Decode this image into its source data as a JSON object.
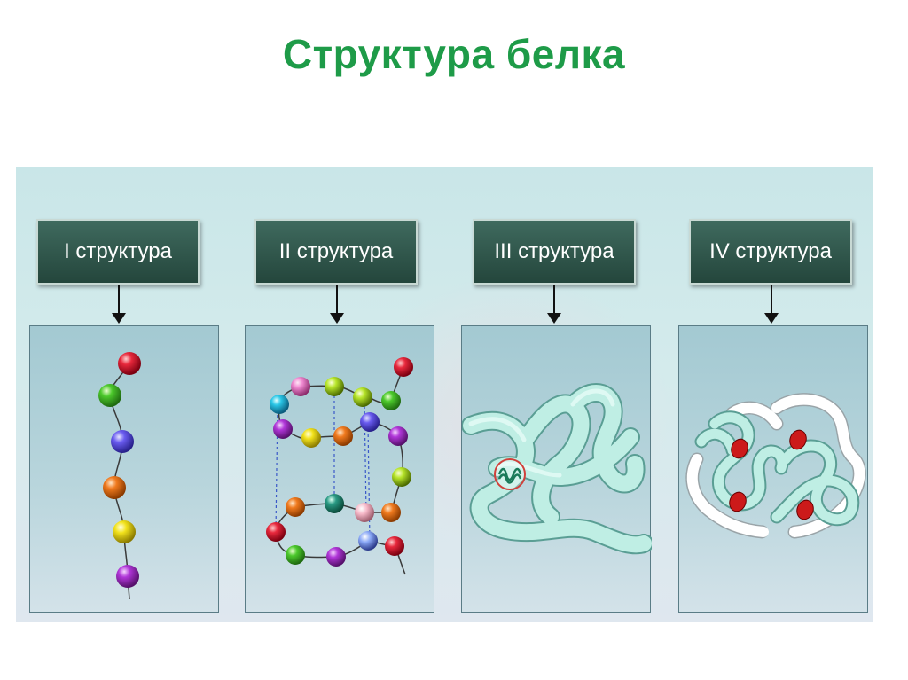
{
  "title": "Структура белка",
  "structures": [
    {
      "label": "I структура"
    },
    {
      "label": "II структура"
    },
    {
      "label": "III структура"
    },
    {
      "label": "IV структура"
    }
  ],
  "colors": {
    "title": "#1e9b48",
    "header_bg": "#2e5449",
    "header_text": "#ffffff",
    "protein_chain": "#bfeee4",
    "bond_red": "#cc1a1a"
  }
}
